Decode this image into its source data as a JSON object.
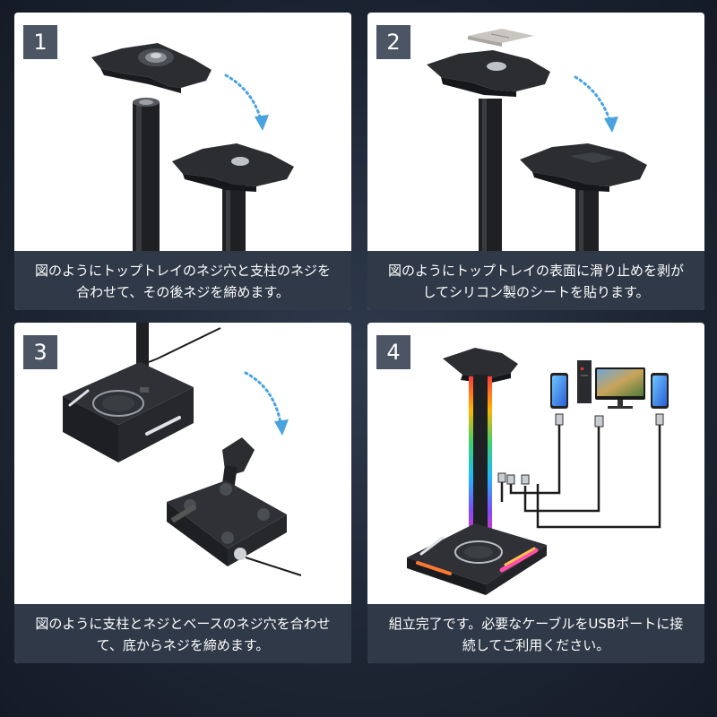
{
  "steps": [
    {
      "number": "1",
      "caption": "図のようにトップトレイのネジ穴と支柱のネジを合わせて、その後ネジを締めます。"
    },
    {
      "number": "2",
      "caption": "図のようにトップトレイの表面に滑り止めを剥がしてシリコン製のシートを貼ります。"
    },
    {
      "number": "3",
      "caption": "図のように支柱とネジとベースのネジ穴を合わせて、底からネジを締めます。"
    },
    {
      "number": "4",
      "caption": "組立完了です。必要なケーブルをUSBポートに接続してご利用ください。"
    }
  ],
  "colors": {
    "background": "#1d2533",
    "panel": "#ffffff",
    "caption_bar": "#2f3948",
    "badge": "#4b5564",
    "arrow": "#4aa3df"
  }
}
